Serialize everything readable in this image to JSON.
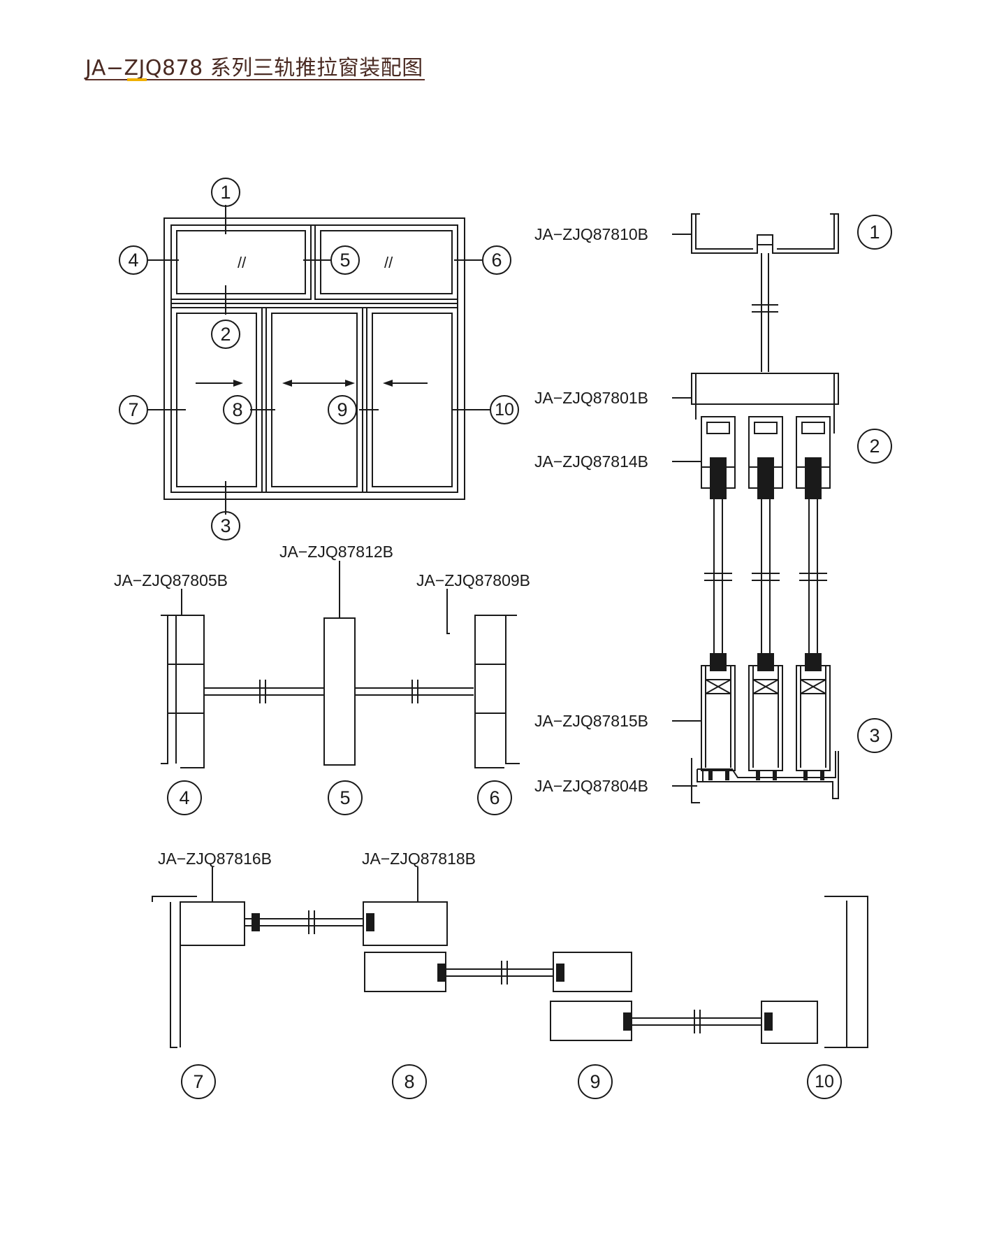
{
  "title": "JA−ZJQ878 系列三轨推拉窗装配图",
  "colors": {
    "title": "#4a2a22",
    "rule": "#5a2e26",
    "accent": "#f0b000",
    "line": "#1a1a1a"
  },
  "elevation": {
    "markers": [
      "1",
      "2",
      "3",
      "4",
      "5",
      "6",
      "7",
      "8",
      "9",
      "10"
    ],
    "glass_mark": "//"
  },
  "section_vertical": {
    "markers": [
      "1",
      "2",
      "3"
    ],
    "labels": [
      "JA−ZJQ87810B",
      "JA−ZJQ87801B",
      "JA−ZJQ87814B",
      "JA−ZJQ87815B",
      "JA−ZJQ87804B"
    ]
  },
  "section_transom": {
    "markers": [
      "4",
      "5",
      "6"
    ],
    "labels": [
      "JA−ZJQ87805B",
      "JA−ZJQ87812B",
      "JA−ZJQ87809B"
    ]
  },
  "section_horizontal": {
    "markers": [
      "7",
      "8",
      "9",
      "10"
    ],
    "labels": [
      "JA−ZJQ87816B",
      "JA−ZJQ87818B"
    ]
  }
}
